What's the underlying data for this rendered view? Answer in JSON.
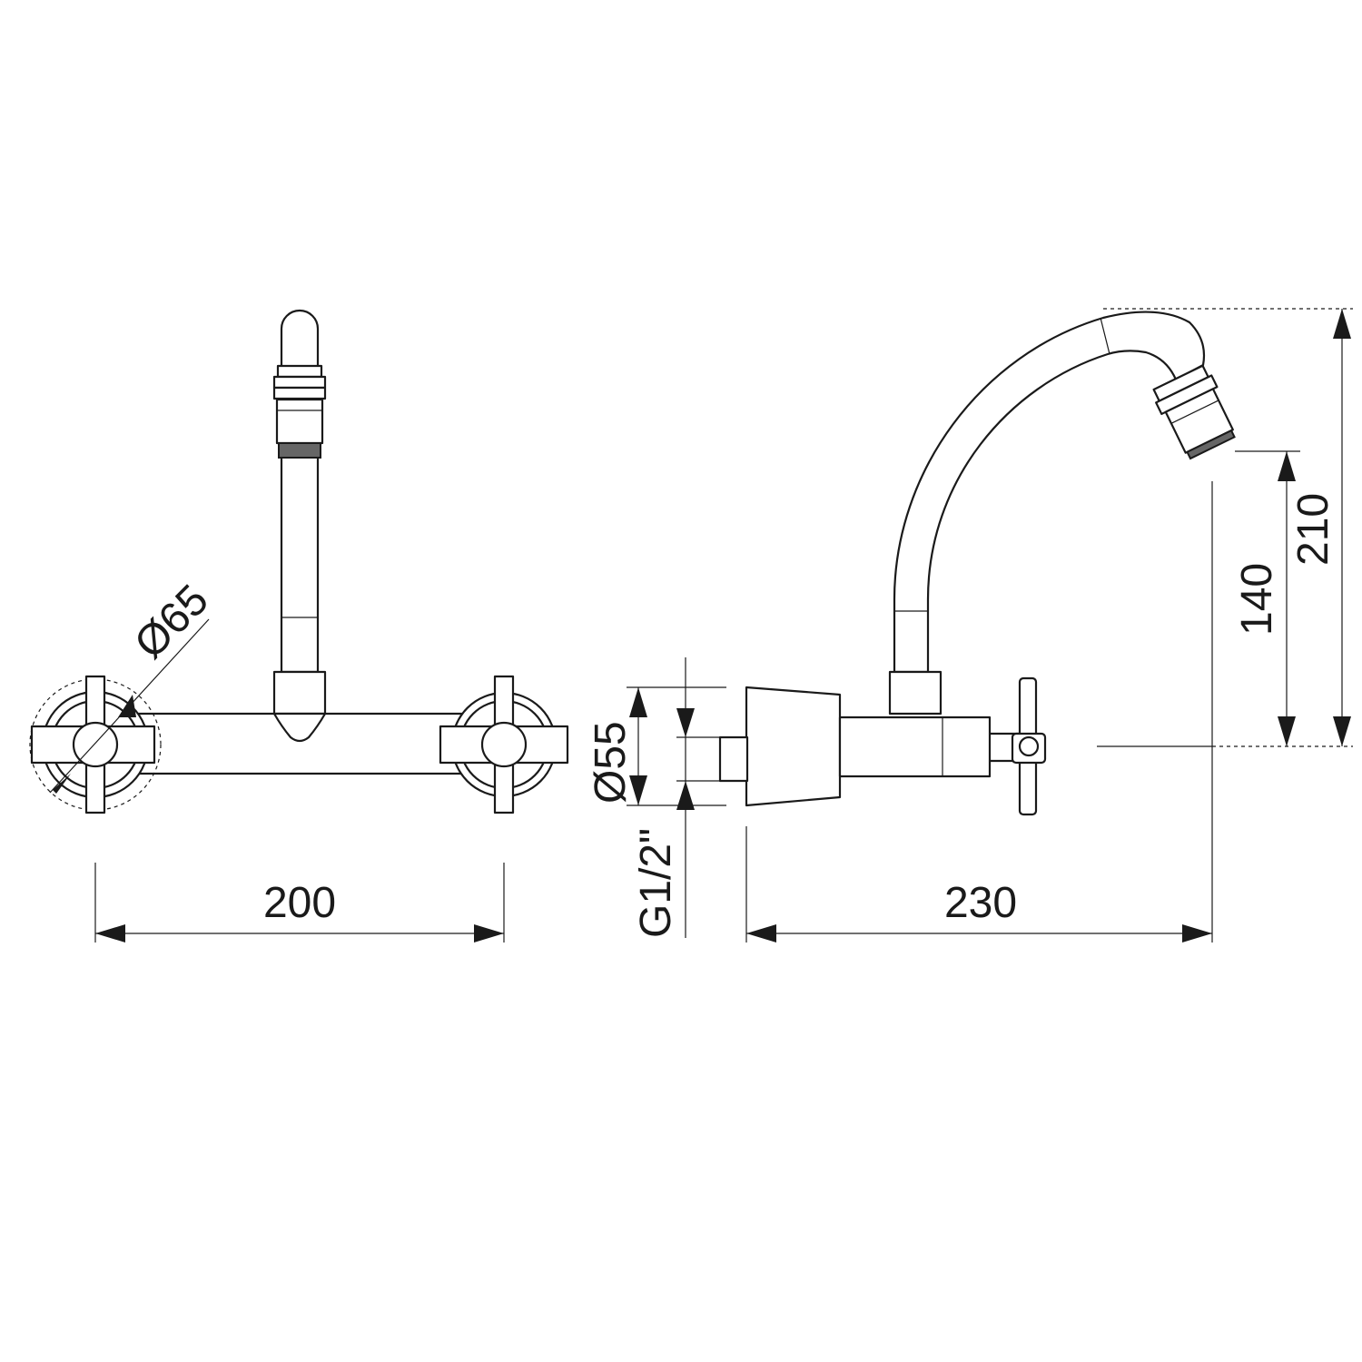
{
  "dimensions": {
    "width_front": "200",
    "projection_side": "230",
    "height_total": "210",
    "height_outlet": "140",
    "diameter_escutcheon": "Ø65",
    "diameter_body": "Ø55",
    "thread": "G1/2\""
  }
}
